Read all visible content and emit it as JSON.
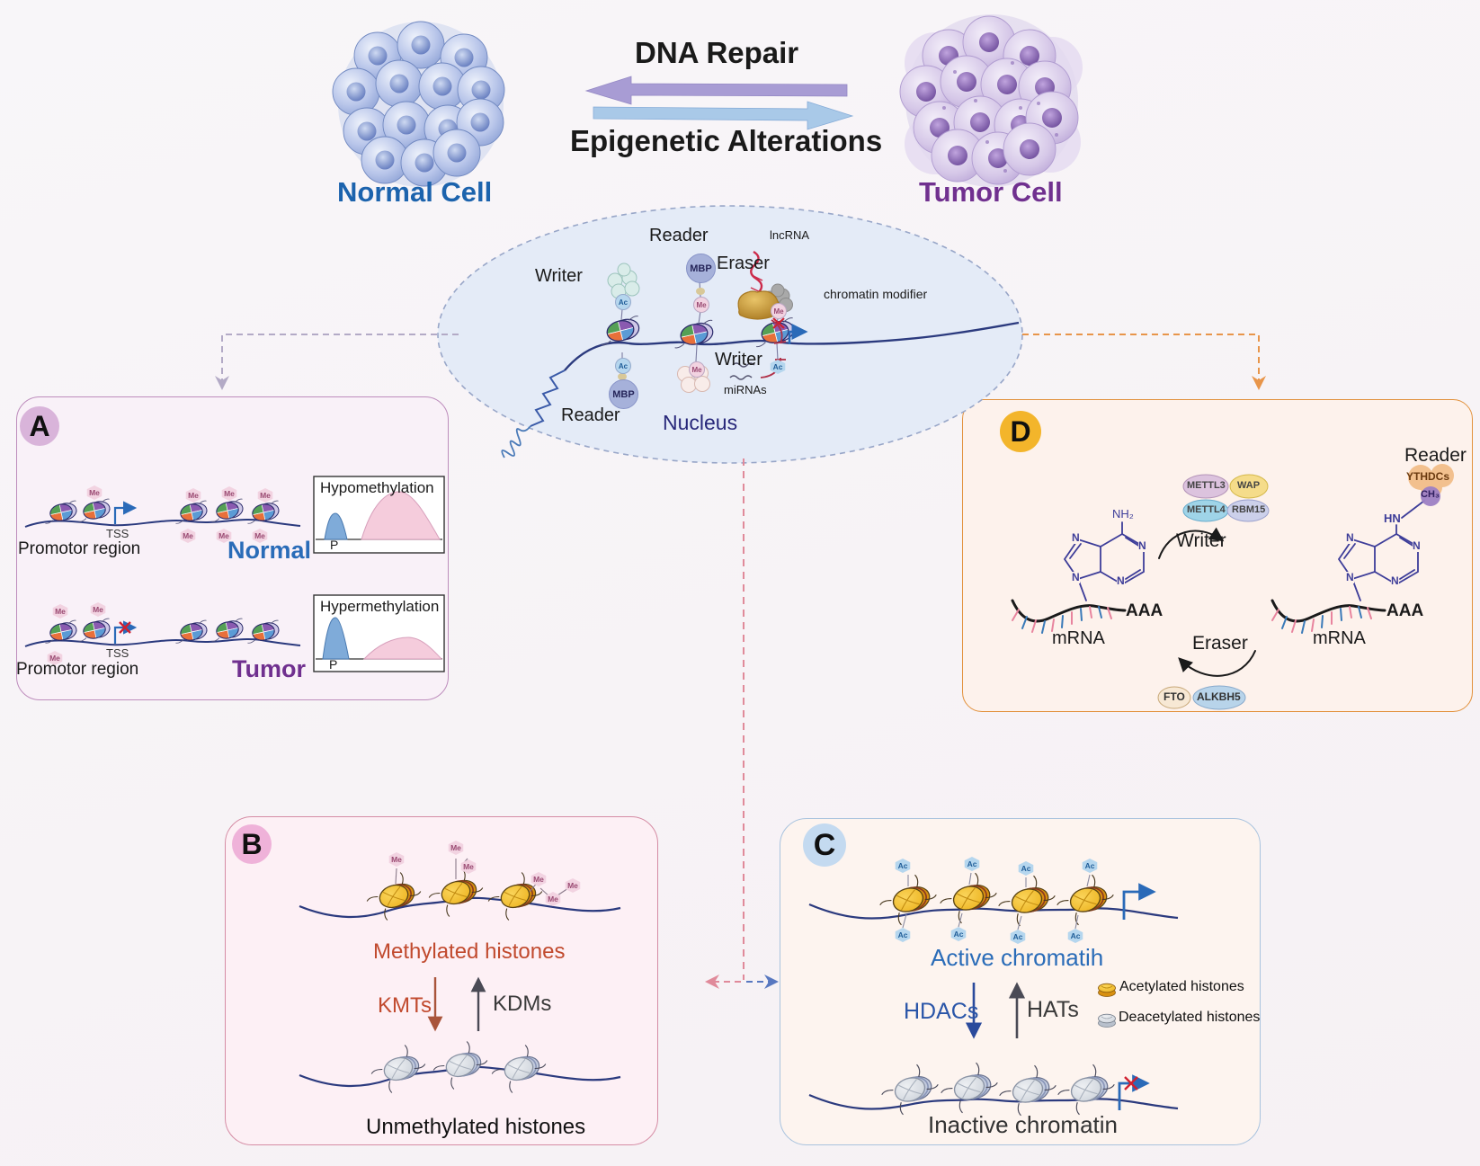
{
  "colors": {
    "normal_cell_text": "#1c63ad",
    "tumor_cell_text": "#70308f",
    "purple_arrow": "#a89cd4",
    "blue_arrow": "#a9c9e8",
    "panelA_border": "#bd8cbc",
    "panelB_border": "#d58ca4",
    "panelC_border": "#a9c3de",
    "panelD_border": "#e2913c",
    "methylated_red": "#c14a2e",
    "active_blue": "#2a6cb8",
    "dna_navy": "#2b3a7e",
    "histone_yellow": "#f0b929",
    "histone_gray": "#d9dde2"
  },
  "tags": {
    "me": "Me",
    "ac": "Ac",
    "mbp": "MBP"
  },
  "header": {
    "dna_repair": "DNA Repair",
    "epigenetic_alterations": "Epigenetic Alterations",
    "normal_cell": "Normal Cell",
    "tumor_cell": "Tumor Cell"
  },
  "nucleus": {
    "label": "Nucleus",
    "writer_top": "Writer",
    "writer_bottom": "Writer",
    "reader_top": "Reader",
    "reader_bottom": "Reader",
    "eraser": "Eraser",
    "lncrna": "lncRNA",
    "chromatin_modifier": "chromatin modifier",
    "mirnas": "miRNAs"
  },
  "panelA": {
    "label": "A",
    "promotor_region": "Promotor region",
    "tss": "TSS",
    "normal": "Normal",
    "tumor": "Tumor",
    "hypomethylation": "Hypomethylation",
    "hypermethylation": "Hypermethylation",
    "p": "P"
  },
  "panelB": {
    "label": "B",
    "methylated": "Methylated histones",
    "kmts": "KMTs",
    "kdms": "KDMs",
    "unmethylated": "Unmethylated histones"
  },
  "panelC": {
    "label": "C",
    "active": "Active chromatih",
    "hdacs": "HDACs",
    "hats": "HATs",
    "inactive": "Inactive chromatin",
    "legend_acetylated": "Acetylated histones",
    "legend_deacetylated": "Deacetylated histones"
  },
  "panelD": {
    "label": "D",
    "writer": "Writer",
    "eraser": "Eraser",
    "reader": "Reader",
    "mettl3": "METTL3",
    "wap": "WAP",
    "mettl4": "METTL4",
    "rbm15": "RBM15",
    "fto": "FTO",
    "alkbh5": "ALKBH5",
    "ythdcs": "YTHDCs",
    "ch3": "CH₃",
    "nh2": "NH₂",
    "hn": "HN",
    "n": "N",
    "aaa": "AAA",
    "mrna": "mRNA"
  }
}
